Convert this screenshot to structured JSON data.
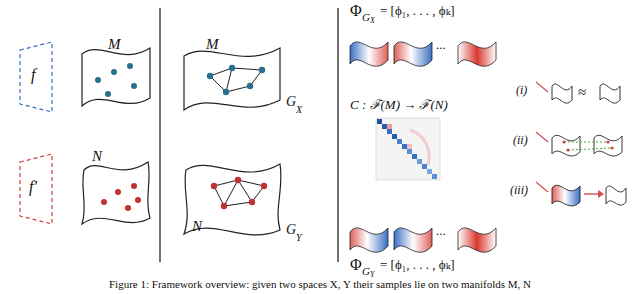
{
  "diagram": {
    "caption": "Figure 1: Framework overview: given two spaces X, Y their samples lie on two manifolds M, N",
    "nodes": [
      {
        "text": [
          "f"
        ]
      },
      {
        "text": [
          "M"
        ]
      },
      {
        "text": [
          "f′"
        ]
      },
      {
        "text": [
          "N"
        ]
      },
      {
        "text": [
          "M",
          "G",
          "X"
        ]
      },
      {
        "text": [
          "N",
          "G",
          "Y"
        ]
      }
    ],
    "labels": [
      "Φ",
      "G",
      "X",
      "= [ϕ₁, . . . , ϕₖ]",
      "...",
      "C : ℱ(M) → ℱ(N)",
      "Φ",
      "G",
      "Y",
      "= [ϕ₁, . . . , ϕₖ]",
      "...",
      "(i)",
      "≈",
      "(ii)",
      "(iii)"
    ]
  }
}
